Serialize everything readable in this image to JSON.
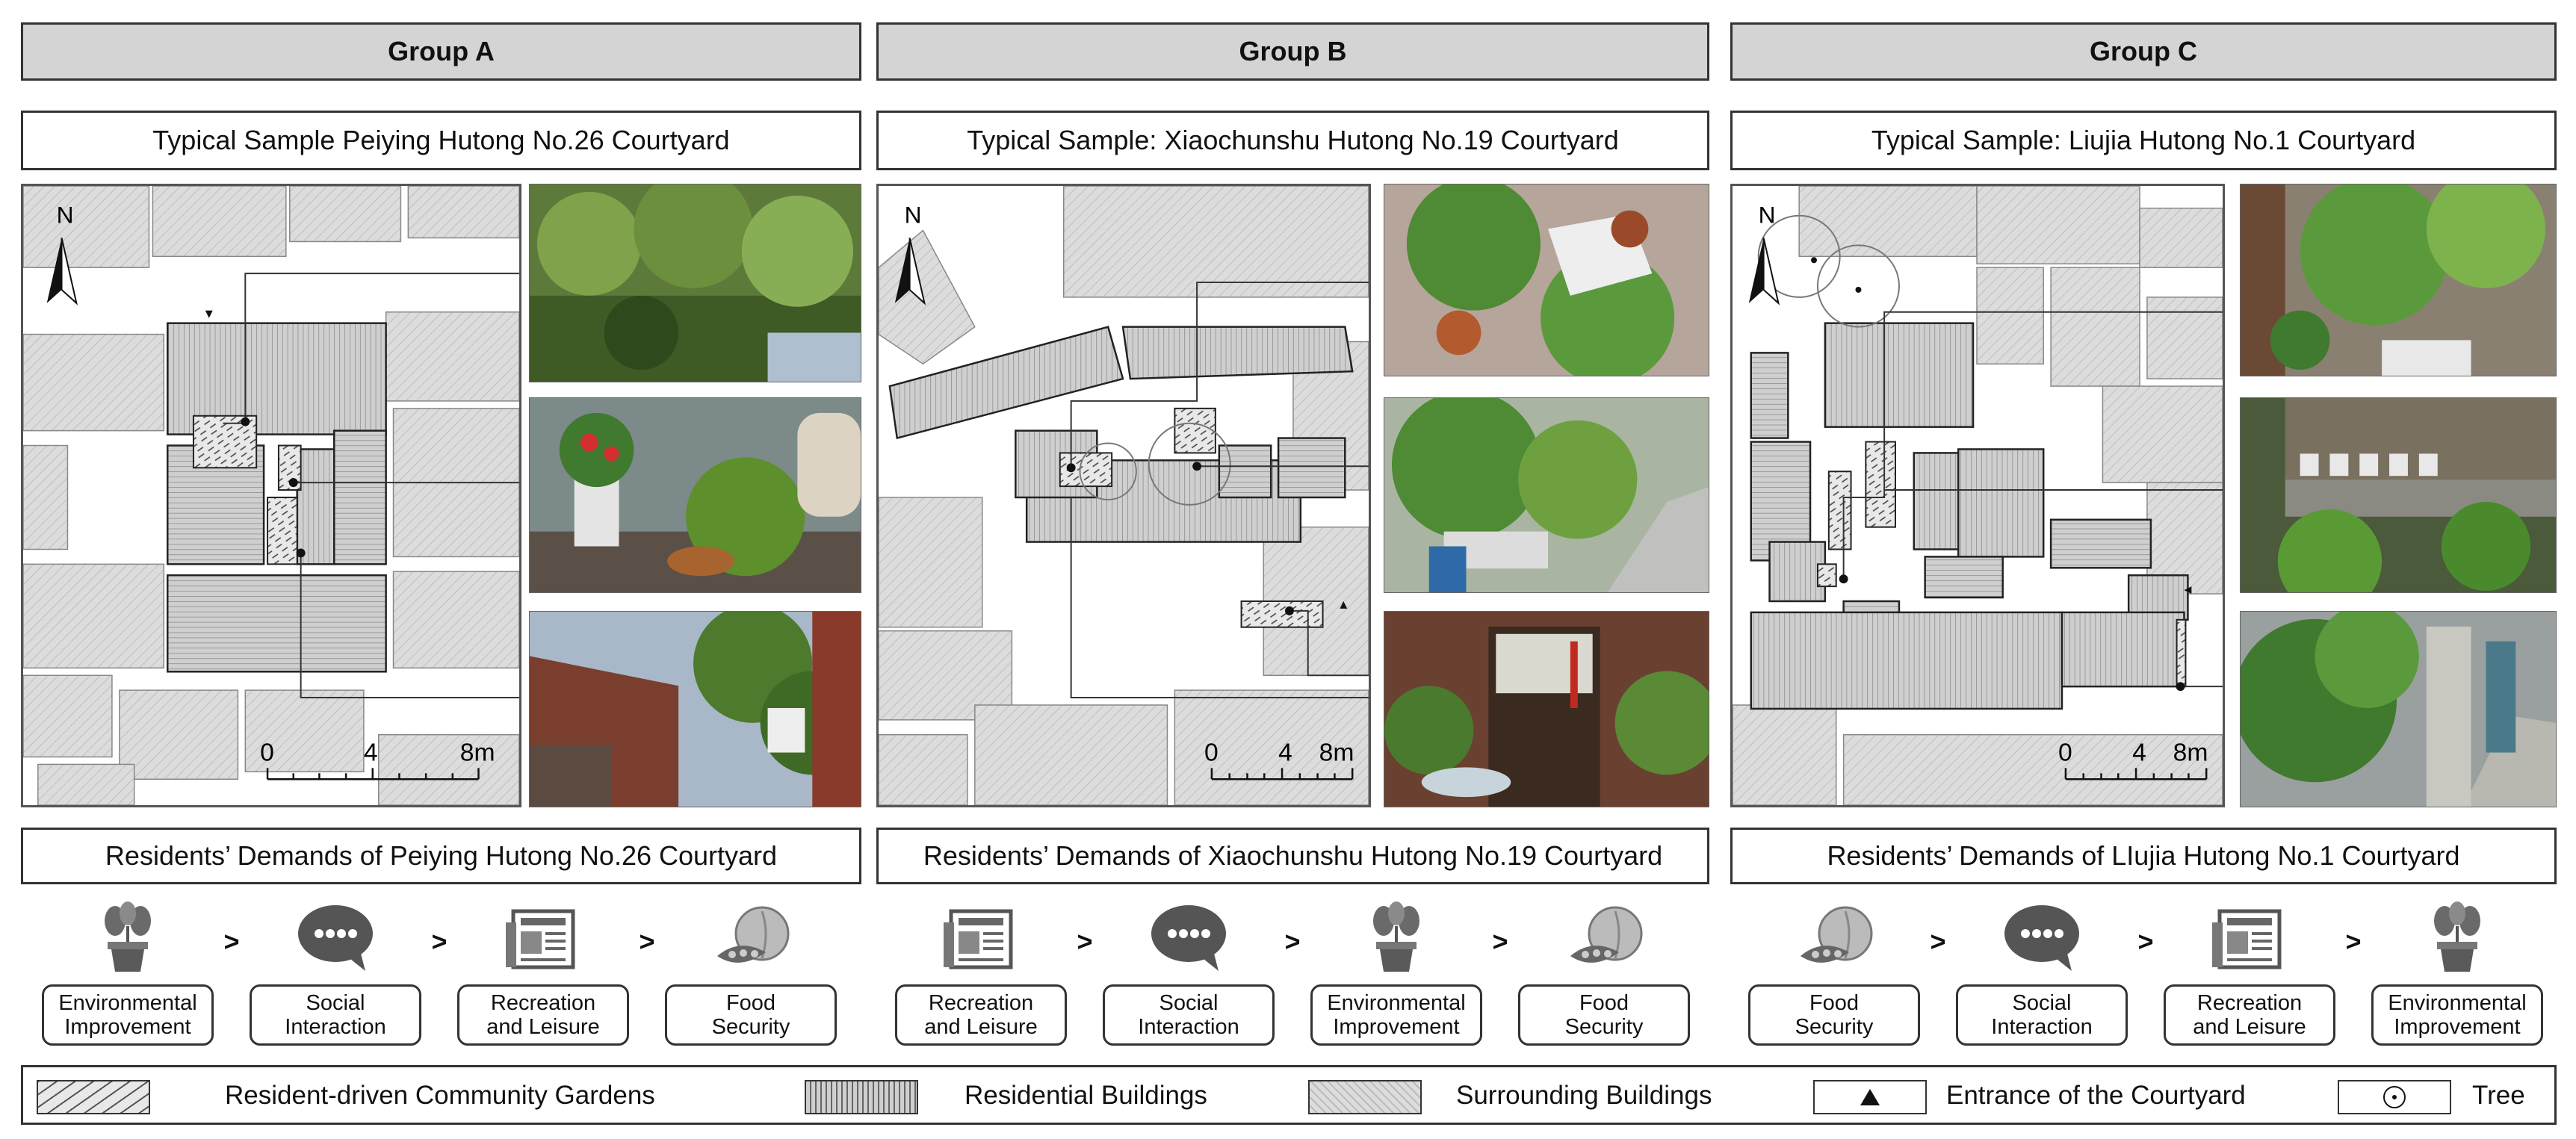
{
  "groups": [
    {
      "title": "Group A",
      "sample": "Typical Sample Peiying Hutong No.26 Courtyard",
      "demands_title": "Residents’ Demands of Peiying Hutong No.26 Courtyard",
      "demands": [
        "Environmental\nImprovement",
        "Social\nInteraction",
        "Recreation\nand Leisure",
        "Food\nSecurity"
      ],
      "icons": [
        "plant-pot-icon",
        "speech-bubble-icon",
        "newspaper-icon",
        "vegetables-icon"
      ]
    },
    {
      "title": "Group B",
      "sample": "Typical Sample: Xiaochunshu Hutong No.19 Courtyard",
      "demands_title": "Residents’ Demands of Xiaochunshu Hutong No.19 Courtyard",
      "demands": [
        "Recreation\nand Leisure",
        "Social\nInteraction",
        "Environmental\nImprovement",
        "Food\nSecurity"
      ],
      "icons": [
        "newspaper-icon",
        "speech-bubble-icon",
        "plant-pot-icon",
        "vegetables-icon"
      ]
    },
    {
      "title": "Group C",
      "sample": "Typical Sample: Liujia Hutong No.1 Courtyard",
      "demands_title": "Residents’ Demands of LIujia Hutong No.1 Courtyard",
      "demands": [
        "Food\nSecurity",
        "Social\nInteraction",
        "Recreation\nand Leisure",
        "Environmental\nImprovement"
      ],
      "icons": [
        "vegetables-icon",
        "speech-bubble-icon",
        "newspaper-icon",
        "plant-pot-icon"
      ]
    }
  ],
  "map": {
    "north": "N",
    "scale_labels": [
      "0",
      "4",
      "8m"
    ]
  },
  "order_symbol": ">",
  "legend": [
    "Resident-driven Community Gardens",
    "Residential Buildings",
    "Surrounding Buildings",
    "Entrance of the Courtyard",
    "Tree"
  ],
  "colors": {
    "header_fill": "#d4d4d4",
    "surrounding": "#d9d9d9",
    "residential": "#c9c9c9",
    "garden": "#e6e6e6",
    "border": "#333333"
  }
}
